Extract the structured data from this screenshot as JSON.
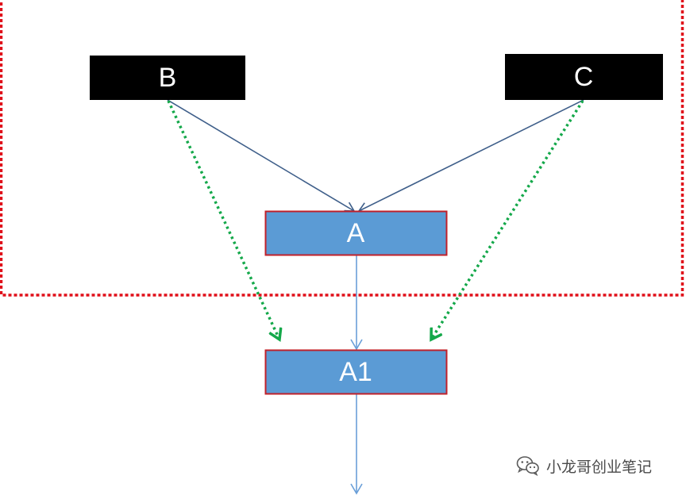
{
  "diagram": {
    "nodes": {
      "b": {
        "label": "B"
      },
      "c": {
        "label": "C"
      },
      "a": {
        "label": "A"
      },
      "a1": {
        "label": "A1"
      }
    }
  },
  "colors": {
    "black_node_fill": "#000000",
    "blue_node_fill": "#5b9bd5",
    "blue_node_border": "#c0202a",
    "boundary_dash": "#e0101a",
    "solid_arrow": "#3f5f8a",
    "vertical_arrow": "#6a9fd8",
    "dotted_arrow": "#14a84a"
  },
  "watermark": {
    "icon": "wechat-icon",
    "text": "小龙哥创业笔记"
  }
}
